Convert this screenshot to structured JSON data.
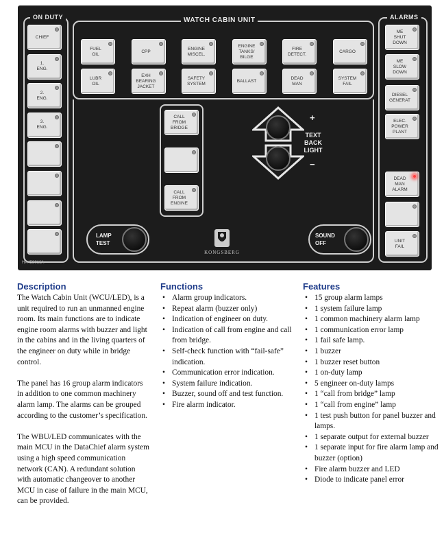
{
  "panel": {
    "title": "WATCH CABIN UNIT",
    "on_duty_title": "ON DUTY",
    "alarms_title": "ALARMS",
    "part_number": "HA458016A",
    "brand": "KONGSBERG",
    "on_duty_buttons": [
      {
        "label": "CHIEF"
      },
      {
        "label": "1.\nENG."
      },
      {
        "label": "2.\nENG."
      },
      {
        "label": "3.\nENG."
      },
      {
        "label": ""
      },
      {
        "label": ""
      },
      {
        "label": ""
      },
      {
        "label": ""
      }
    ],
    "group_buttons": [
      {
        "label": "FUEL\nOIL"
      },
      {
        "label": "CPP"
      },
      {
        "label": "ENGINE\nMISCEL."
      },
      {
        "label": "ENGINE\nTANKS/\nBILGE"
      },
      {
        "label": "FIRE\nDETECT."
      },
      {
        "label": "CARGO"
      },
      {
        "label": "LUBR\nOIL"
      },
      {
        "label": "EXH\nBEARING\nJACKET"
      },
      {
        "label": "SAFETY\nSYSTEM"
      },
      {
        "label": "BALLAST"
      },
      {
        "label": "DEAD\nMAN"
      },
      {
        "label": "SYSTEM\nFAIL"
      }
    ],
    "call_buttons": [
      {
        "label": "CALL\nFROM\nBRIDGE"
      },
      {
        "label": ""
      },
      {
        "label": "CALL\nFROM\nENGINE"
      }
    ],
    "alarm_buttons": [
      {
        "label": "ME\nSHUT\nDOWN",
        "lit": false
      },
      {
        "label": "ME\nSLOW\nDOWN",
        "lit": false
      },
      {
        "label": "DIESEL\nGENERAT",
        "lit": false
      },
      {
        "label": "ELEC.\nPOWER\nPLANT",
        "lit": false
      },
      {
        "label": "DEAD\nMAN\nALARM",
        "lit": true
      },
      {
        "label": "",
        "lit": false
      },
      {
        "label": "UNIT\nFAIL",
        "lit": false
      }
    ],
    "backlight": {
      "label": "TEXT\nBACK\nLIGHT",
      "plus": "+",
      "minus": "−"
    },
    "lamp_test_label": "LAMP\nTEST",
    "sound_off_label": "SOUND\nOFF",
    "led_colors": {
      "off": "#9a9a9a",
      "on": "#ff4040"
    }
  },
  "description": {
    "heading": "Description",
    "paragraphs": [
      "The Watch Cabin Unit (WCU/LED), is a unit required to run an unmanned engine room. Its main functions are to indicate engine room alarms with buzzer and light in the cabins and in the living quarters of the engineer on duty while in bridge control.",
      "The panel has 16 group alarm indicators in addition to one common machinery alarm lamp. The alarms can be grouped according to the customer’s specification.",
      "The WBU/LED communicates with the main MCU in the DataChief alarm system using a high speed communication network (CAN). A redundant solution with automatic changeover to another MCU in case of failure in the main MCU, can be provided."
    ]
  },
  "functions": {
    "heading": "Functions",
    "items": [
      "Alarm group indicators.",
      "Repeat alarm (buzzer only)",
      "Indication of engineer on duty.",
      "Indication of call from engine and call from bridge.",
      "Self-check function with “fail-safe” indication.",
      "Communication error indication.",
      "System failure indication.",
      "Buzzer, sound off and test function.",
      "Fire alarm indicator."
    ]
  },
  "features": {
    "heading": "Features",
    "items": [
      "15 group alarm lamps",
      "1 system failure lamp",
      "1 common machinery alarm lamp",
      "1 communication error lamp",
      "1 fail safe lamp.",
      "1 buzzer",
      "1 buzzer reset button",
      "1 on-duty lamp",
      "5 engineer on-duty lamps",
      "1 “call from bridge” lamp",
      "1 “call from engine” lamp",
      "1 test push button for panel buzzer and lamps.",
      "1 separate output for external buzzer",
      "1 separate input for fire alarm lamp and buzzer (option)",
      "Fire alarm buzzer and LED",
      "Diode to indicate panel error"
    ]
  }
}
